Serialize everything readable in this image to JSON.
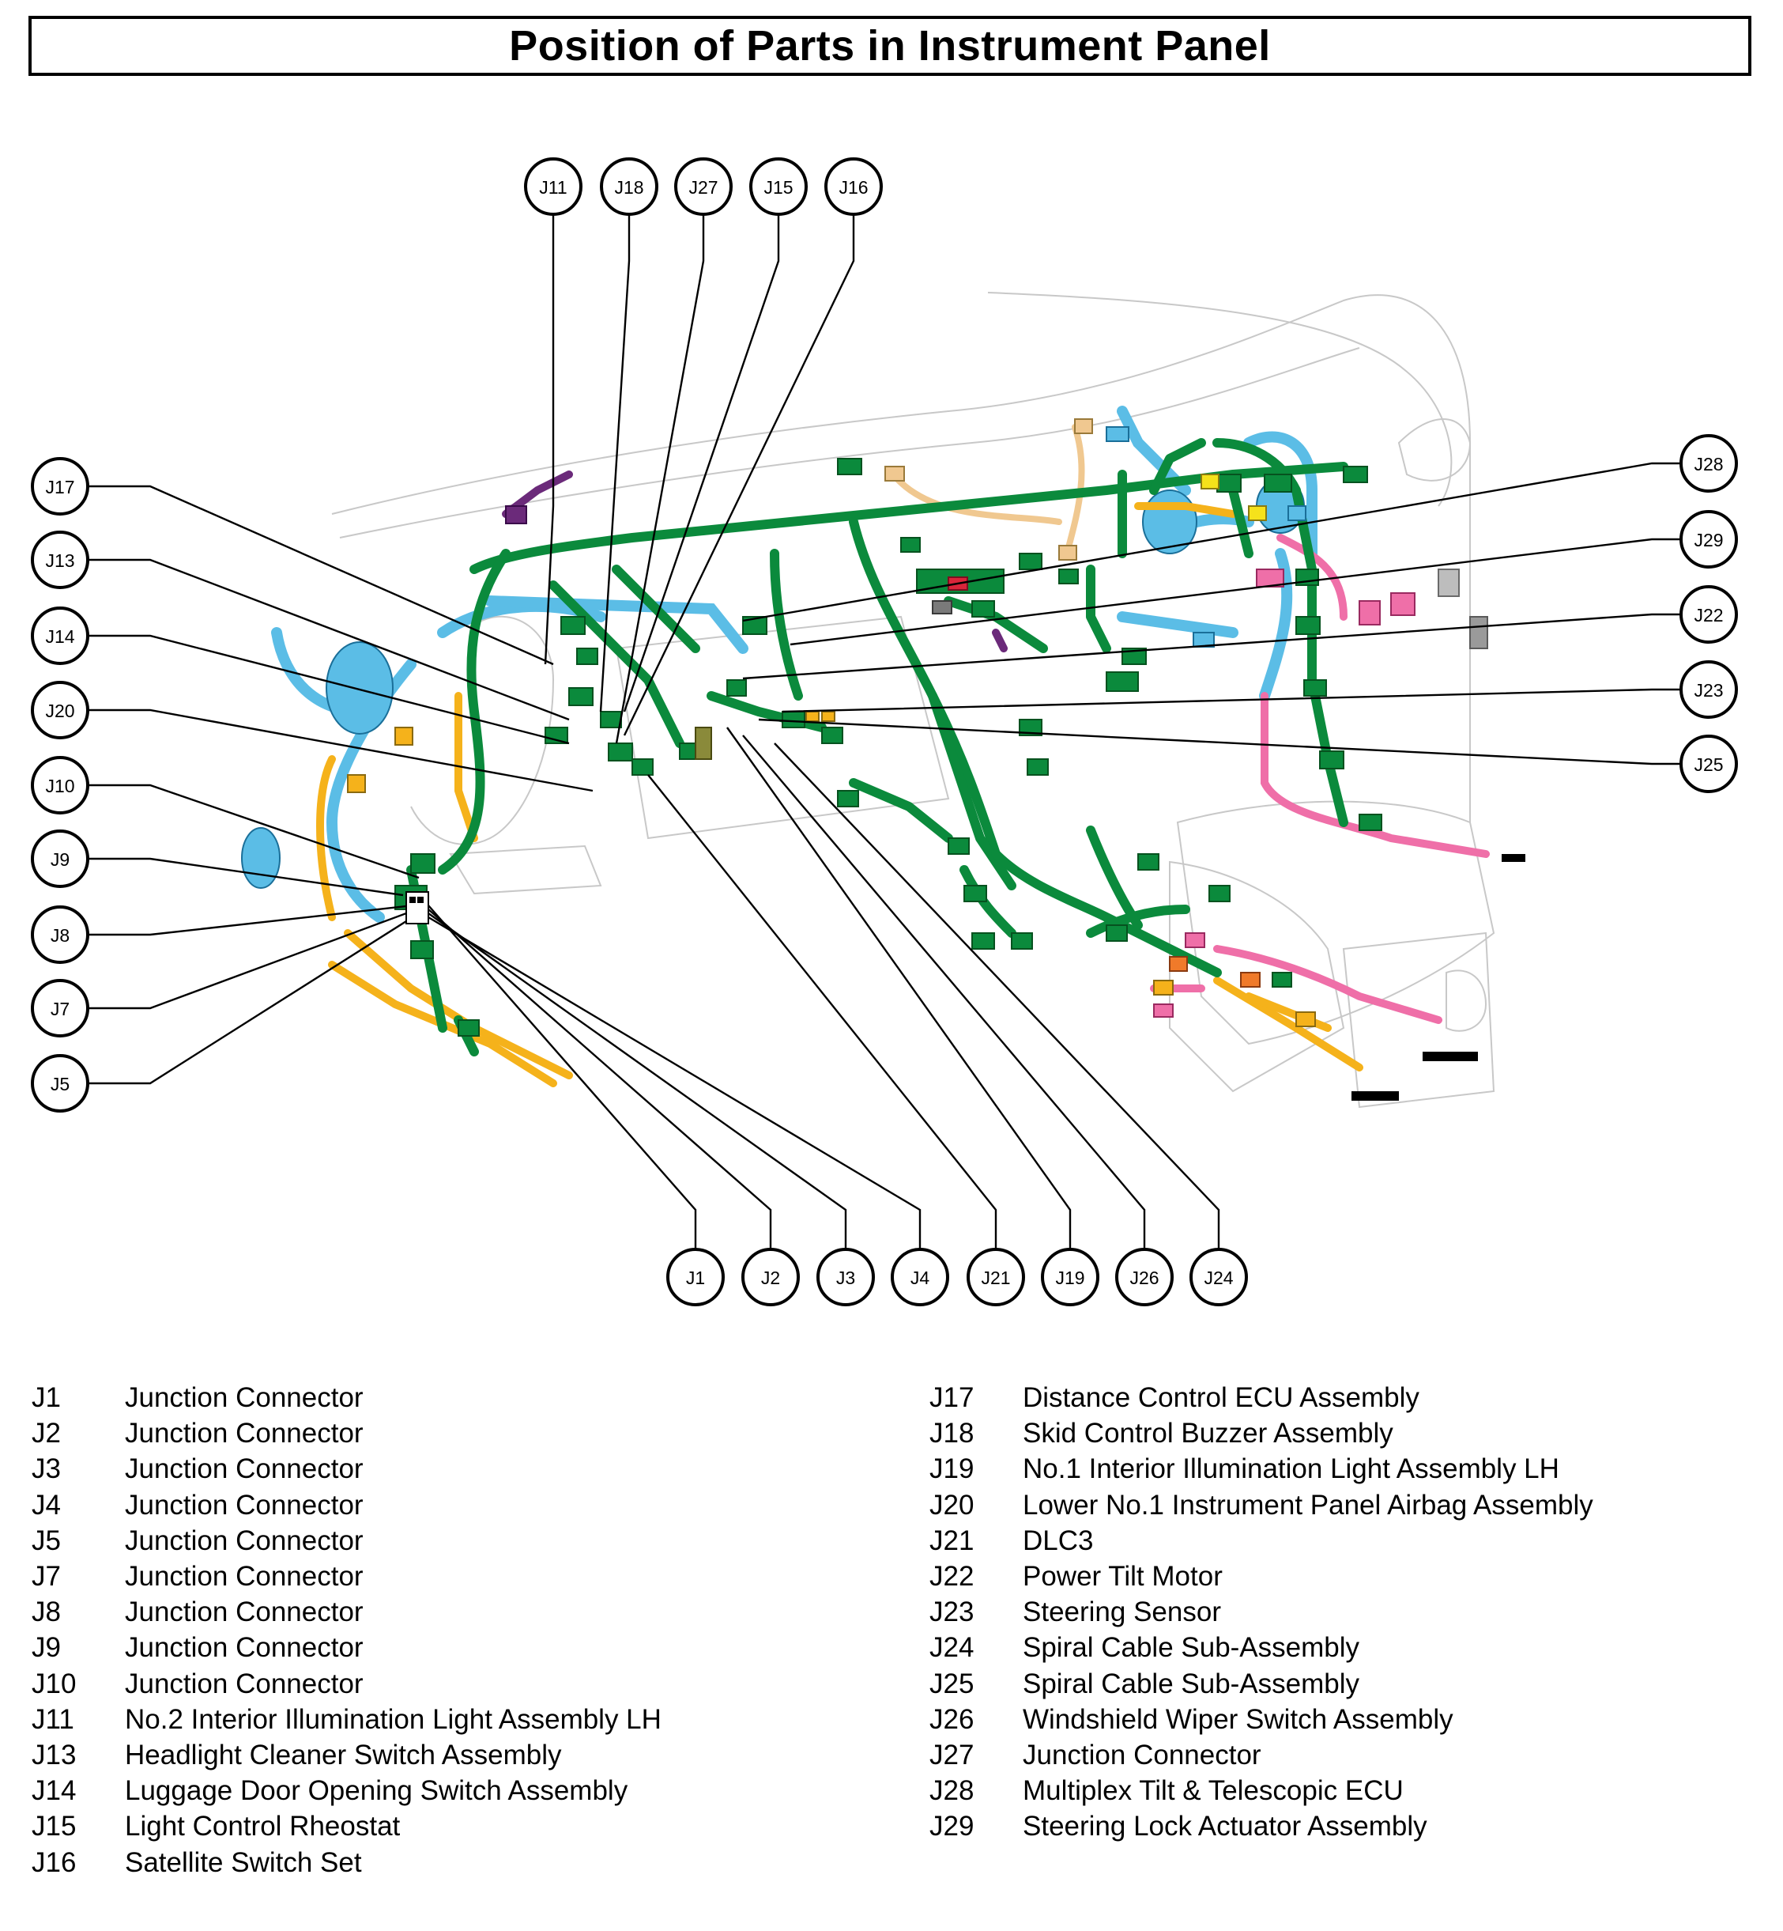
{
  "title": "Position of Parts in Instrument Panel",
  "callouts": {
    "top": [
      "J11",
      "J18",
      "J27",
      "J15",
      "J16"
    ],
    "left": [
      "J17",
      "J13",
      "J14",
      "J20",
      "J10",
      "J9",
      "J8",
      "J7",
      "J5"
    ],
    "right": [
      "J28",
      "J29",
      "J22",
      "J23",
      "J25"
    ],
    "bottom": [
      "J1",
      "J2",
      "J3",
      "J4",
      "J21",
      "J19",
      "J26",
      "J24"
    ]
  },
  "wire_colors": {
    "main_harness": "#0b8a3c",
    "blue_harness": "#5bbde6",
    "yellow_harness": "#f5b21b",
    "pink_harness": "#ef6fa8",
    "purple_harness": "#6b2a7a",
    "tan_harness": "#f0c890",
    "outline": "#c8c8c8"
  },
  "legend_left": [
    {
      "code": "J1",
      "name": "Junction Connector"
    },
    {
      "code": "J2",
      "name": "Junction Connector"
    },
    {
      "code": "J3",
      "name": "Junction Connector"
    },
    {
      "code": "J4",
      "name": "Junction Connector"
    },
    {
      "code": "J5",
      "name": "Junction Connector"
    },
    {
      "code": "J7",
      "name": "Junction Connector"
    },
    {
      "code": "J8",
      "name": "Junction Connector"
    },
    {
      "code": "J9",
      "name": "Junction Connector"
    },
    {
      "code": "J10",
      "name": "Junction Connector"
    },
    {
      "code": "J11",
      "name": "No.2 Interior Illumination Light Assembly LH"
    },
    {
      "code": "J13",
      "name": "Headlight Cleaner Switch Assembly"
    },
    {
      "code": "J14",
      "name": "Luggage Door Opening Switch Assembly"
    },
    {
      "code": "J15",
      "name": "Light Control Rheostat"
    },
    {
      "code": "J16",
      "name": "Satellite Switch Set"
    }
  ],
  "legend_right": [
    {
      "code": "J17",
      "name": "Distance Control ECU Assembly"
    },
    {
      "code": "J18",
      "name": "Skid Control Buzzer Assembly"
    },
    {
      "code": "J19",
      "name": "No.1 Interior Illumination Light Assembly LH"
    },
    {
      "code": "J20",
      "name": "Lower No.1 Instrument Panel Airbag Assembly"
    },
    {
      "code": "J21",
      "name": "DLC3"
    },
    {
      "code": "J22",
      "name": "Power Tilt Motor"
    },
    {
      "code": "J23",
      "name": "Steering Sensor"
    },
    {
      "code": "J24",
      "name": "Spiral Cable Sub-Assembly"
    },
    {
      "code": "J25",
      "name": "Spiral Cable Sub-Assembly"
    },
    {
      "code": "J26",
      "name": "Windshield Wiper Switch Assembly"
    },
    {
      "code": "J27",
      "name": "Junction Connector"
    },
    {
      "code": "J28",
      "name": "Multiplex Tilt & Telescopic ECU"
    },
    {
      "code": "J29",
      "name": "Steering Lock Actuator Assembly"
    }
  ]
}
